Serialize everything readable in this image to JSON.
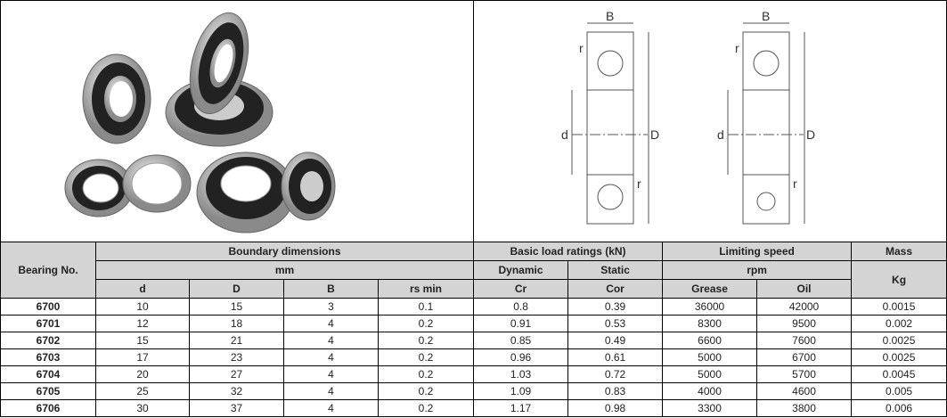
{
  "diagram": {
    "label_B": "B",
    "label_r": "r",
    "label_d": "d",
    "label_D": "D"
  },
  "table": {
    "headers": {
      "bearing_no": "Bearing No.",
      "boundary": "Boundary dimensions",
      "mm": "mm",
      "d": "d",
      "D": "D",
      "B": "B",
      "rs_min": "rs min",
      "load": "Basic load ratings (kN)",
      "dynamic": "Dynamic",
      "static": "Static",
      "cr": "Cr",
      "cor": "Cor",
      "speed": "Limiting speed",
      "rpm": "rpm",
      "grease": "Grease",
      "oil": "Oil",
      "mass": "Mass",
      "kg": "Kg"
    },
    "rows": [
      [
        "6700",
        "10",
        "15",
        "3",
        "0.1",
        "0.8",
        "0.39",
        "36000",
        "42000",
        "0.0015"
      ],
      [
        "6701",
        "12",
        "18",
        "4",
        "0.2",
        "0.91",
        "0.53",
        "8300",
        "9500",
        "0.002"
      ],
      [
        "6702",
        "15",
        "21",
        "4",
        "0.2",
        "0.85",
        "0.49",
        "6600",
        "7600",
        "0.0025"
      ],
      [
        "6703",
        "17",
        "23",
        "4",
        "0.2",
        "0.96",
        "0.61",
        "5000",
        "6700",
        "0.0025"
      ],
      [
        "6704",
        "20",
        "27",
        "4",
        "0.2",
        "1.03",
        "0.72",
        "5000",
        "5700",
        "0.0045"
      ],
      [
        "6705",
        "25",
        "32",
        "4",
        "0.2",
        "1.09",
        "0.83",
        "4000",
        "4600",
        "0.005"
      ],
      [
        "6706",
        "30",
        "37",
        "4",
        "0.2",
        "1.17",
        "0.98",
        "3300",
        "3800",
        "0.006"
      ]
    ]
  }
}
